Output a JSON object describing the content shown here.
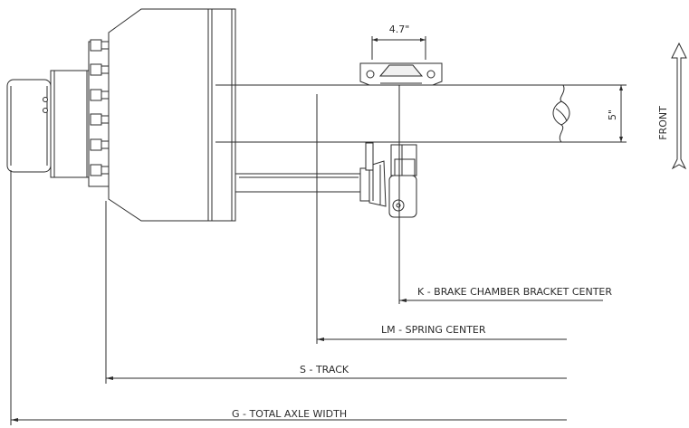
{
  "dimensions": {
    "pad_width": "4.7\"",
    "tube_height": "5\"",
    "front": "FRONT",
    "brake_chamber": "K - BRAKE CHAMBER BRACKET CENTER",
    "spring_center": "LM - SPRING CENTER",
    "track": "S - TRACK",
    "total_width": "G - TOTAL AXLE WIDTH"
  },
  "colors": {
    "line": "#2b2b2b",
    "fill": "#f1f1f1"
  }
}
